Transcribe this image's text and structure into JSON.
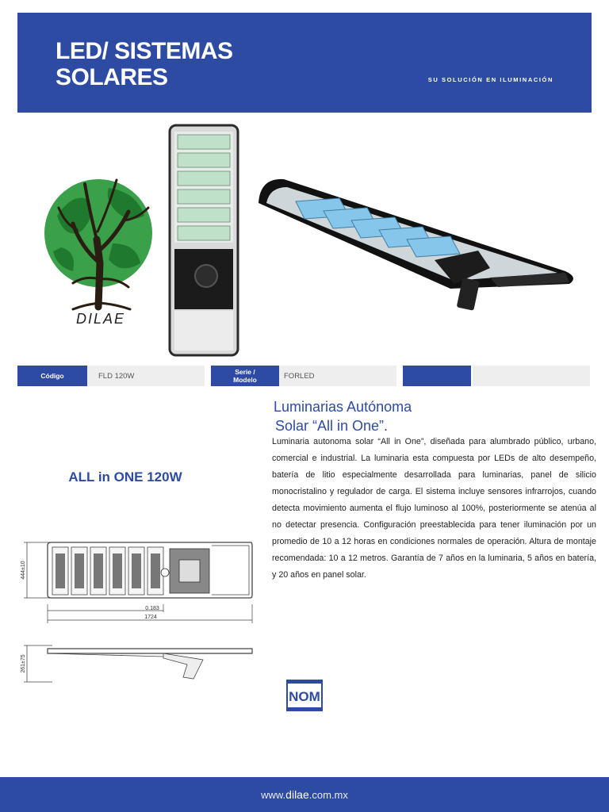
{
  "header": {
    "title_line1": "LED/ SISTEMAS",
    "title_line2": "SOLARES",
    "tagline": "SU SOLUCIÓN EN ILUMINACIÓN"
  },
  "logo": {
    "text": "DILAE"
  },
  "specs": {
    "code_label": "Código",
    "code_value": "FLD 120W",
    "series_label_line1": "Serie /",
    "series_label_line2": "Modelo",
    "series_value": "FORLED",
    "extra_value": ""
  },
  "product": {
    "model_name": "ALL in ONE 120W",
    "title_line1": "Luminarias Autónoma",
    "title_line2": "Solar “All in One”.",
    "description": "Luminaria autonoma solar “All in One”, diseñada para alumbrado público, urbano, comercial e industrial. La luminaria esta compuesta por LEDs de alto desempeño, batería de litio especialmente desarrollada para luminarias, panel de silicio monocristalino y regulador de carga. El sistema incluye sensores infrarrojos, cuando detecta movimiento aumenta el flujo luminoso al 100%, posteriormente se atenúa al no detectar presencia. Configuración preestablecida para tener iluminación por un promedio de 10 a 12 horas en condiciones normales de operación. Altura de montaje recomendada: 10 a 12 metros. Garantía de 7 años en la luminaria, 5 años en batería, y 20 años en panel solar."
  },
  "drawing": {
    "height_dim": "444±10",
    "panel_dim": "0.183",
    "length_dim": "1724",
    "side_height_dim": "261±75"
  },
  "badge": {
    "text": "NOM"
  },
  "footer": {
    "prefix": "www.",
    "brand": "dilae",
    "suffix": ".com.mx"
  },
  "colors": {
    "brand_blue": "#2d4ba2",
    "panel_gray": "#eeeeee"
  }
}
